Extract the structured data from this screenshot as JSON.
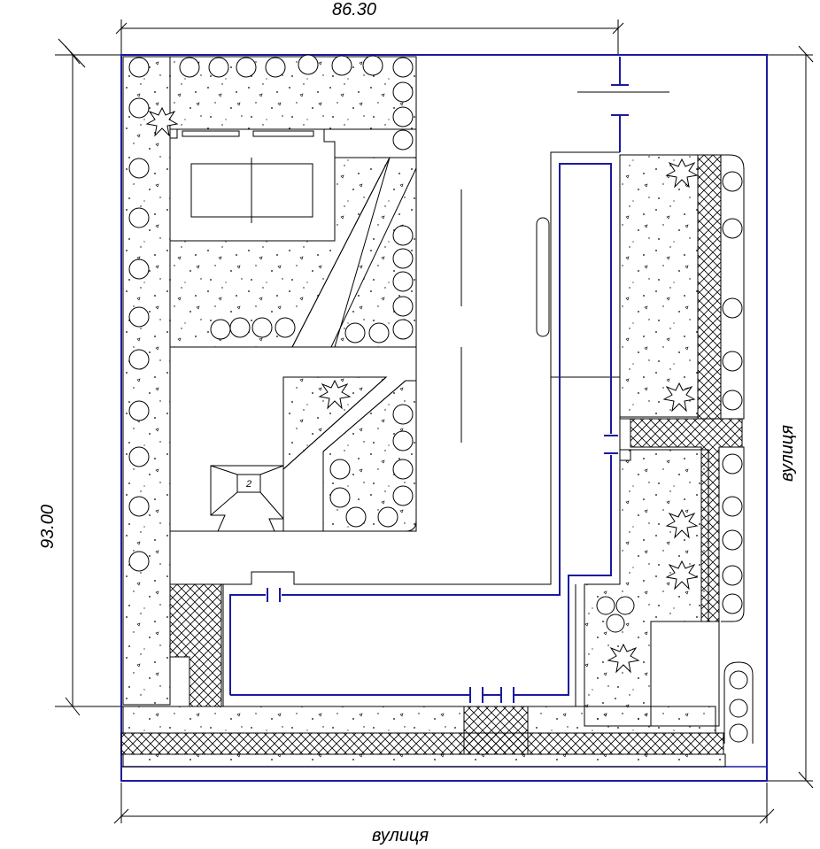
{
  "dimensions": {
    "width_label": "86.30",
    "height_label": "93.00"
  },
  "streets": {
    "bottom": "вулиця",
    "right": "вулиця"
  },
  "buildings": {
    "gazebo_number": "2"
  },
  "colors": {
    "boundary": "#1a1aa0",
    "utility_line": "#1a1aa0",
    "drawing": "#000000",
    "background": "#ffffff"
  }
}
